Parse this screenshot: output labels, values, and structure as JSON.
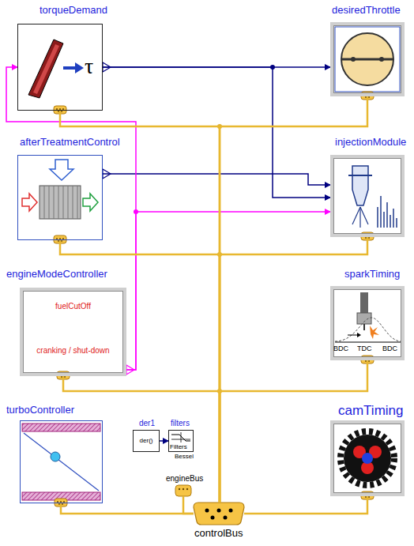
{
  "diagram": {
    "nodes": [
      {
        "text": [
          "torqueDemand"
        ]
      },
      {
        "text": [
          "desiredThrottle"
        ]
      },
      {
        "text": [
          "afterTreatmentControl"
        ]
      },
      {
        "text": [
          "injectionModule"
        ]
      },
      {
        "text": [
          "engineModeController",
          "fuelCutOff",
          "cranking / shut-down"
        ]
      },
      {
        "text": [
          "sparkTiming"
        ]
      },
      {
        "text": [
          "turboController"
        ]
      },
      {
        "text": [
          "der1",
          "der()"
        ]
      },
      {
        "text": [
          "filters"
        ]
      },
      {
        "text": [
          "engineBus"
        ]
      },
      {
        "text": [
          "camTiming"
        ]
      },
      {
        "text": [
          "controlBus"
        ]
      }
    ],
    "edges": [
      {
        "from": 0,
        "to": 1,
        "arrow": "to"
      },
      {
        "from": 0,
        "to": 3,
        "arrow": "to"
      },
      {
        "from": 2,
        "to": 3,
        "arrow": "to"
      },
      {
        "from": 4,
        "to": 0,
        "arrow": "to"
      },
      {
        "from": 4,
        "to": 3,
        "arrow": "to"
      },
      {
        "from": 7,
        "to": 8,
        "arrow": "to"
      },
      {
        "from": 0,
        "to": 11,
        "arrow": "none"
      },
      {
        "from": 1,
        "to": 11,
        "arrow": "none"
      },
      {
        "from": 2,
        "to": 11,
        "arrow": "none"
      },
      {
        "from": 3,
        "to": 11,
        "arrow": "none"
      },
      {
        "from": 4,
        "to": 11,
        "arrow": "none"
      },
      {
        "from": 5,
        "to": 11,
        "arrow": "none"
      },
      {
        "from": 6,
        "to": 11,
        "arrow": "none"
      },
      {
        "from": 9,
        "to": 11,
        "arrow": "none"
      },
      {
        "from": 10,
        "to": 11,
        "arrow": "none"
      }
    ],
    "labels": [
      "τ",
      "BDC",
      "TDC",
      "BDC",
      "Filters",
      "Bessel"
    ]
  }
}
